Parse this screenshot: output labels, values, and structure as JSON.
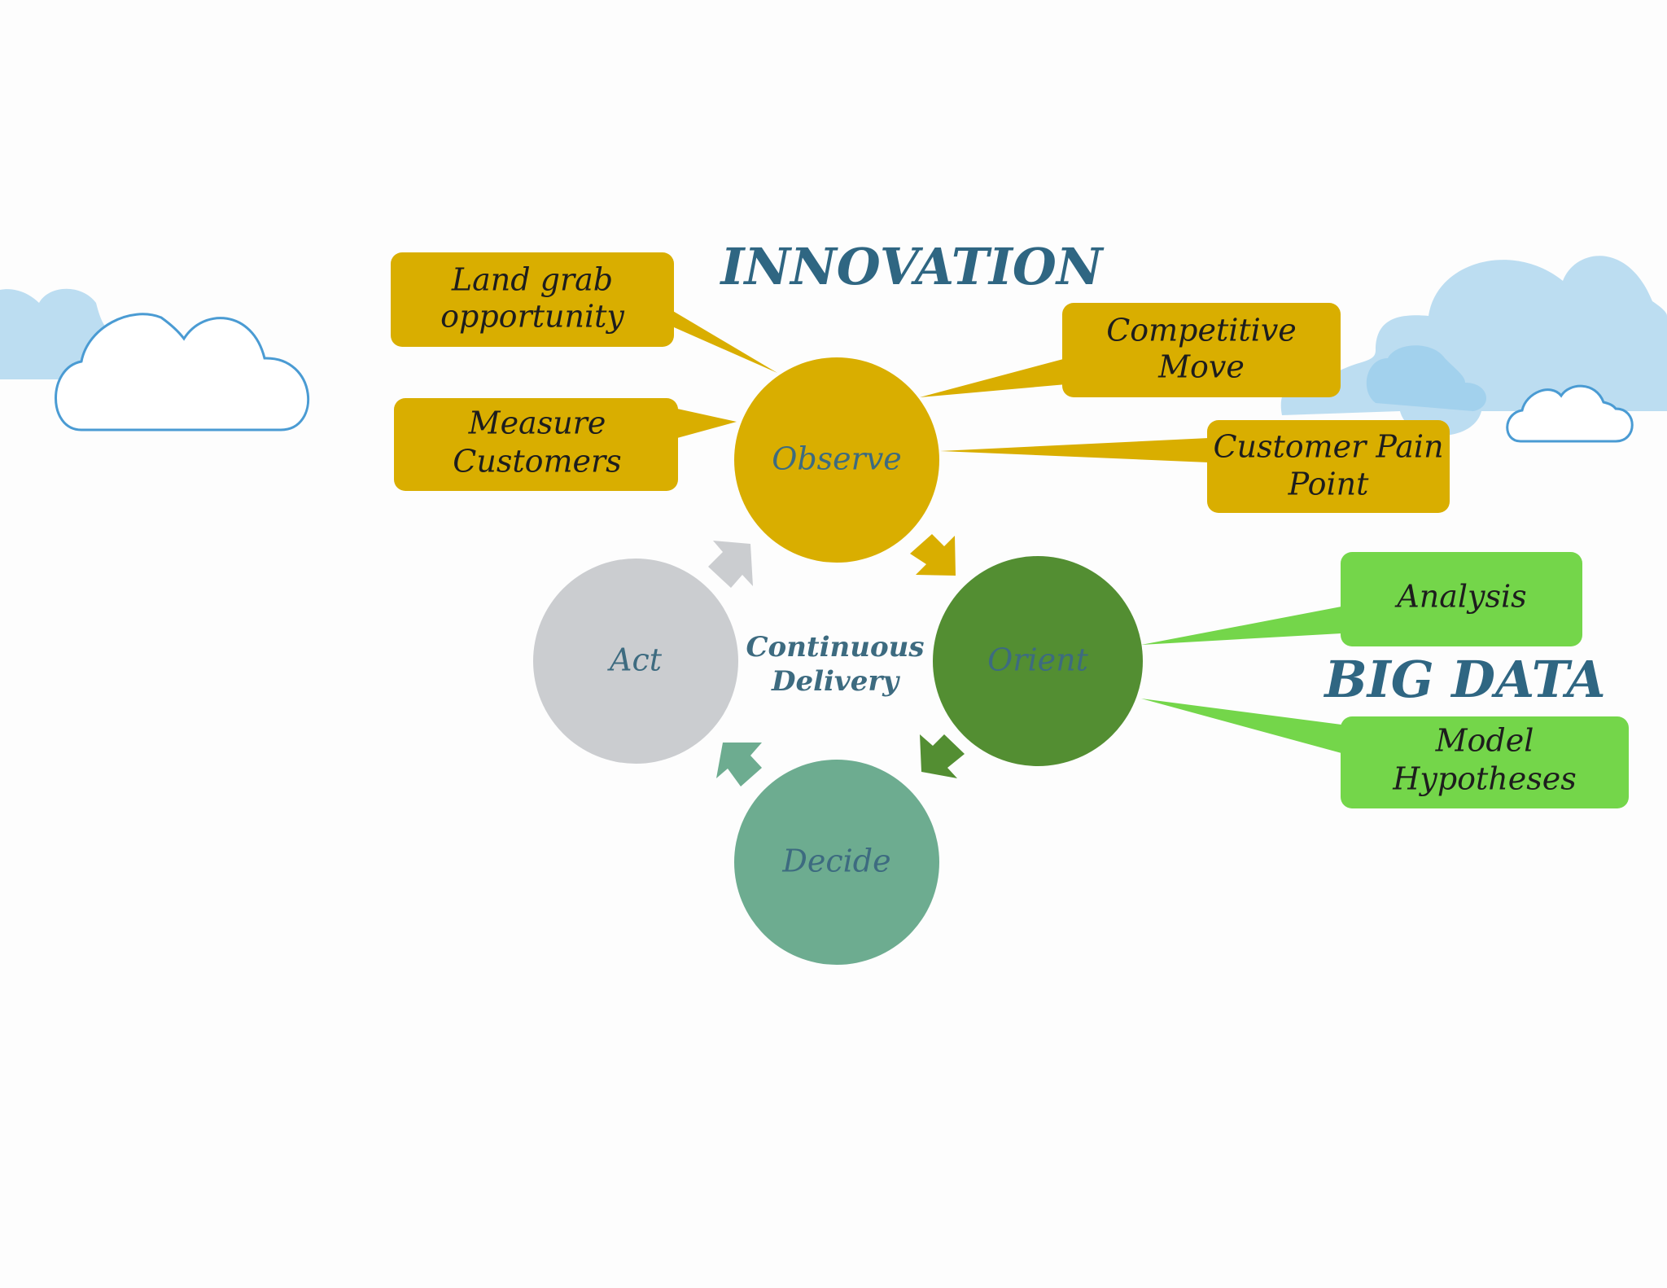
{
  "headings": {
    "innovation": "INNOVATION",
    "big_data": "BIG DATA"
  },
  "cycle": {
    "center_label_line1": "Continuous",
    "center_label_line2": "Delivery",
    "nodes": {
      "observe": {
        "label": "Observe",
        "color": "#d9ae00"
      },
      "orient": {
        "label": "Orient",
        "color": "#538e32"
      },
      "decide": {
        "label": "Decide",
        "color": "#6dac90"
      },
      "act": {
        "label": "Act",
        "color": "#cbcdd0"
      }
    },
    "arrow_colors": {
      "observe_to_orient": "#d9ae00",
      "orient_to_decide": "#538e32",
      "decide_to_act": "#6dac90",
      "act_to_observe": "#cbcdd0"
    }
  },
  "callouts": {
    "color_innovation": "#d9ae00",
    "color_big_data": "#74d64a",
    "land_grab": {
      "line1": "Land grab",
      "line2": "opportunity"
    },
    "measure_customers": {
      "line1": "Measure",
      "line2": "Customers"
    },
    "competitive_move": {
      "line1": "Competitive",
      "line2": "Move"
    },
    "customer_pain_point": {
      "line1": "Customer Pain",
      "line2": "Point"
    },
    "analysis": {
      "line1": "Analysis"
    },
    "model_hypotheses": {
      "line1": "Model",
      "line2": "Hypotheses"
    }
  },
  "clouds": {
    "fill_color": "#bcddf1",
    "outline_color": "#4a9bd3"
  }
}
